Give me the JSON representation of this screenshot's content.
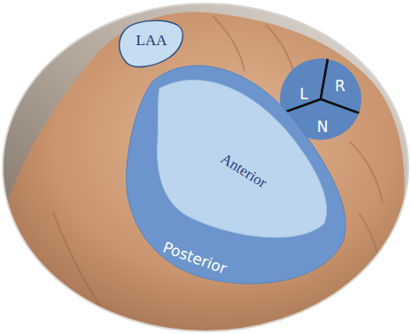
{
  "diagram": {
    "nodes": [
      {
        "text": [
          "LAA"
        ]
      },
      {
        "text": [
          "L"
        ]
      },
      {
        "text": [
          "R"
        ]
      },
      {
        "text": [
          "N"
        ]
      },
      {
        "text": [
          "Posterior"
        ]
      },
      {
        "text": [
          "Anterior"
        ],
        "in": 4
      }
    ]
  }
}
